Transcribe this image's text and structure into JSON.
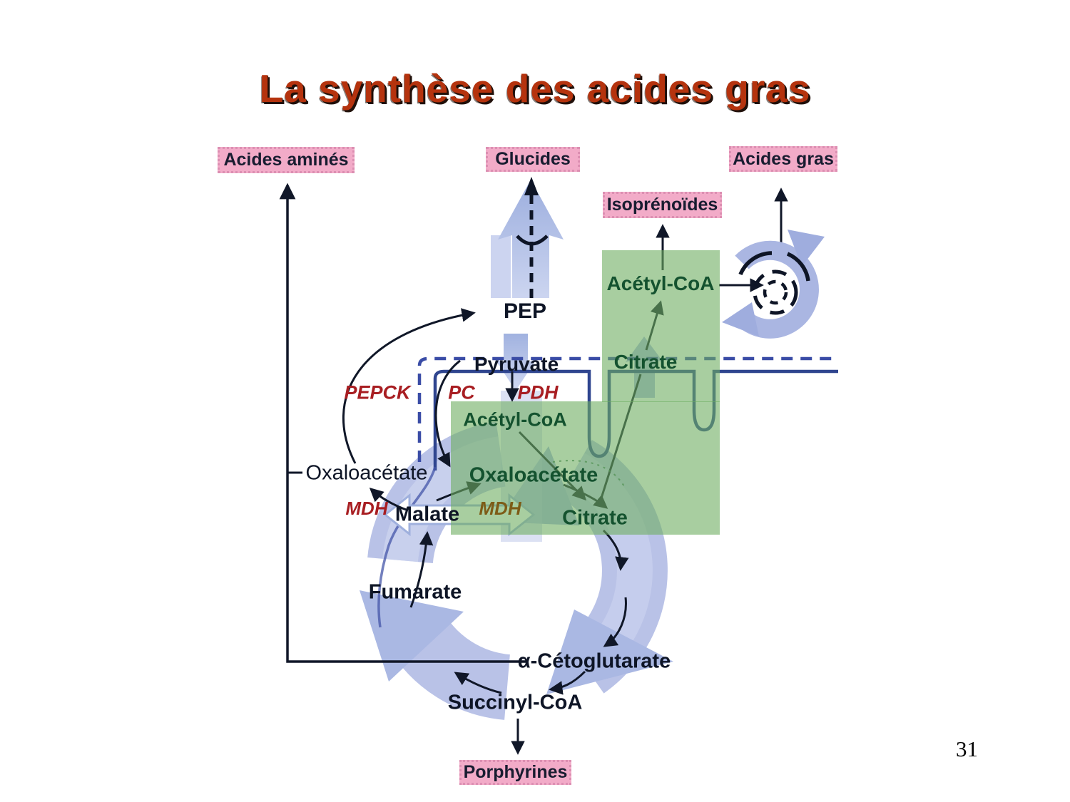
{
  "slide": {
    "title": "La synthèse des acides gras",
    "page_number": "31"
  },
  "pink_boxes": {
    "amino_acids": "Acides aminés",
    "carbohydrates": "Glucides",
    "fatty_acids": "Acides gras",
    "isoprenoids": "Isoprénoïdes",
    "porphyrins": "Porphyrines"
  },
  "metabolites": {
    "pep": "PEP",
    "pyruvate": "Pyruvate",
    "acetyl_coa_cytosol": "Acétyl-CoA",
    "citrate_cytosol": "Citrate",
    "acetyl_coa_mito": "Acétyl-CoA",
    "oxaloacetate_cytosol": "Oxaloacétate",
    "oxaloacetate_mito": "Oxaloacétate",
    "malate": "Malate",
    "citrate_mito": "Citrate",
    "fumarate": "Fumarate",
    "alpha_ketoglutarate": "α-Cétoglutarate",
    "succinyl_coa": "Succinyl-CoA"
  },
  "enzymes": {
    "pepck": "PEPCK",
    "pc": "PC",
    "pdh": "PDH",
    "mdh_cytosol": "MDH",
    "mdh_mito": "MDH"
  },
  "colors": {
    "title_red": "#b5330e",
    "pink_box_bg": "#f2abc8",
    "pink_box_border": "#dc8fb2",
    "box_text": "#181c30",
    "enzyme_red": "#a81e22",
    "mdh_mito_olive": "#7d5c17",
    "dark_green_text": "#14522f",
    "green_highlight": "rgba(110,174,96,0.60)",
    "membrane_outer_blue": "#3a4ca6",
    "membrane_inner_blue": "#2f458f",
    "cycle_blue": "#b9c2e7",
    "arrow_black": "#101728"
  }
}
